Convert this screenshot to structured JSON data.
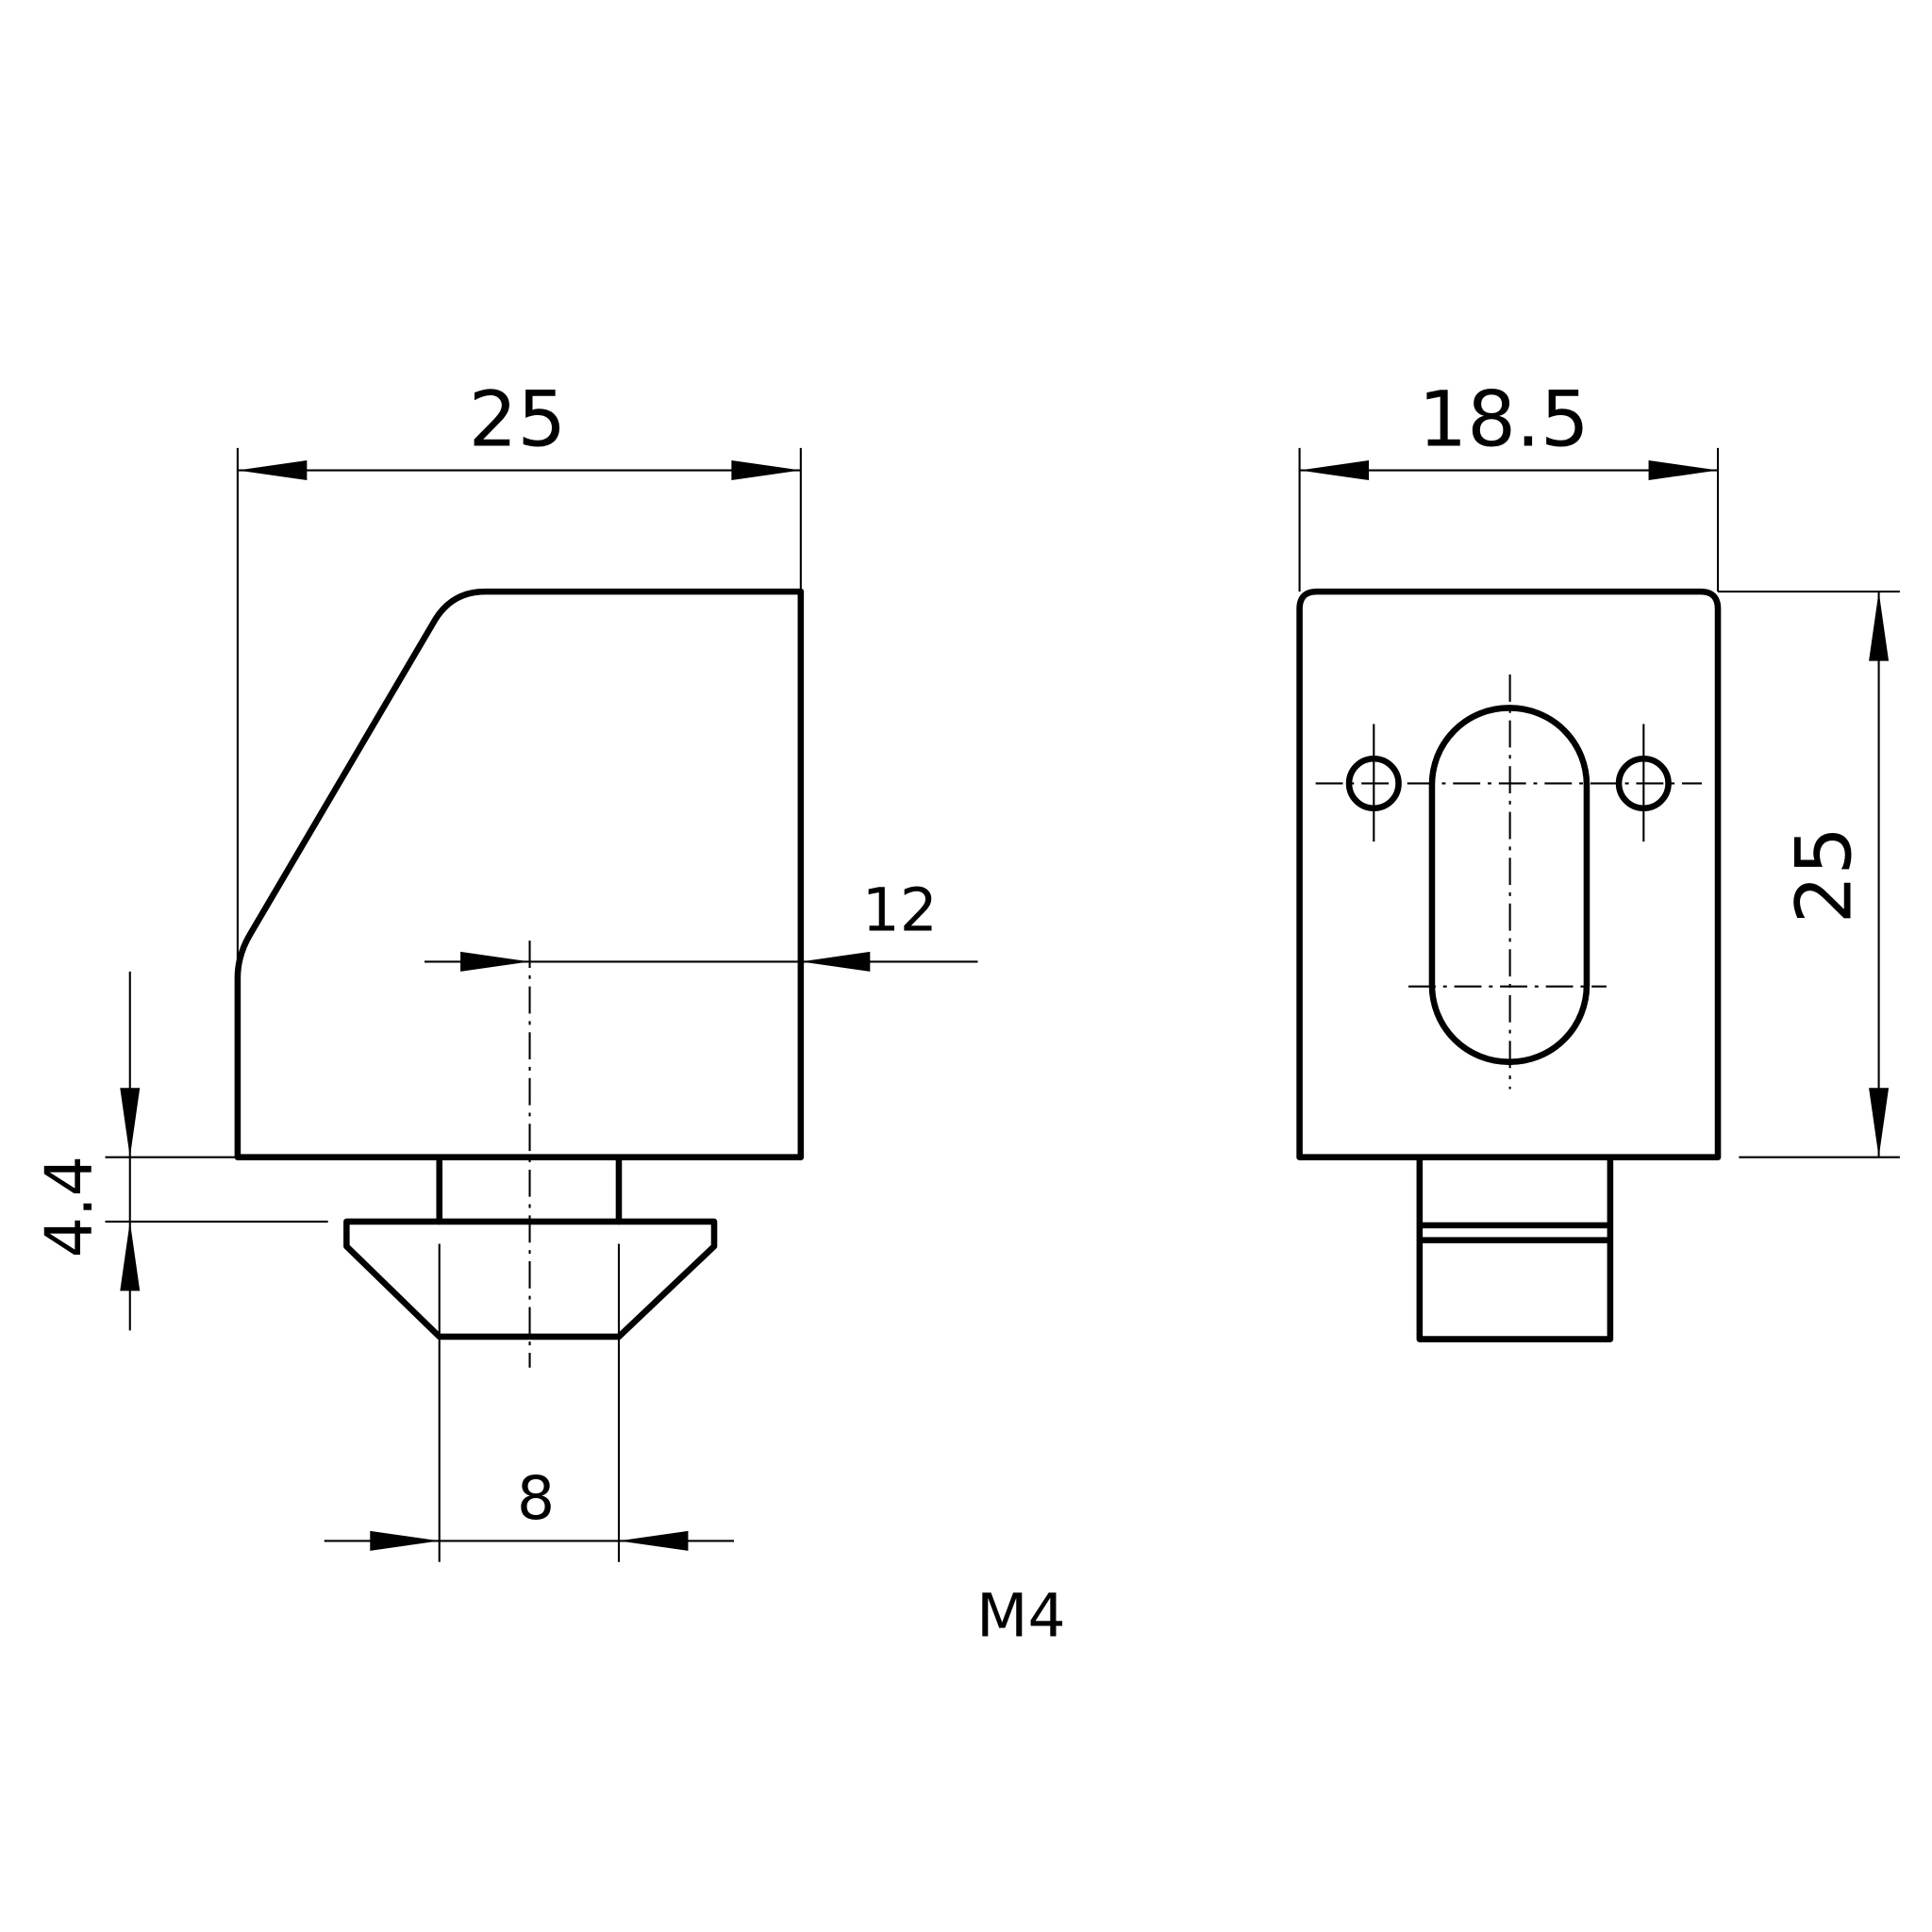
{
  "side_view": {
    "width_dim": "25",
    "offset_dim": "12",
    "head_dim": "8",
    "neck_dim": "4.4"
  },
  "front_view": {
    "width_dim": "18.5",
    "height_dim": "25"
  },
  "label": "M4"
}
